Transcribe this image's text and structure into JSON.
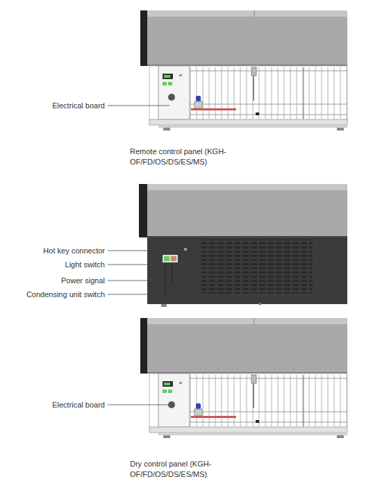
{
  "diagram": {
    "labels": [
      "Electrical board",
      "Remote control panel (KGH-OF/FD/OS/DS/ES/MS)",
      "Hot key connector",
      "Light switch",
      "Power signal",
      "Condensing unit switch",
      "Electrical board",
      "Dry control panel (KGH-OF/FD/OS/DS/ES/MS)"
    ]
  }
}
